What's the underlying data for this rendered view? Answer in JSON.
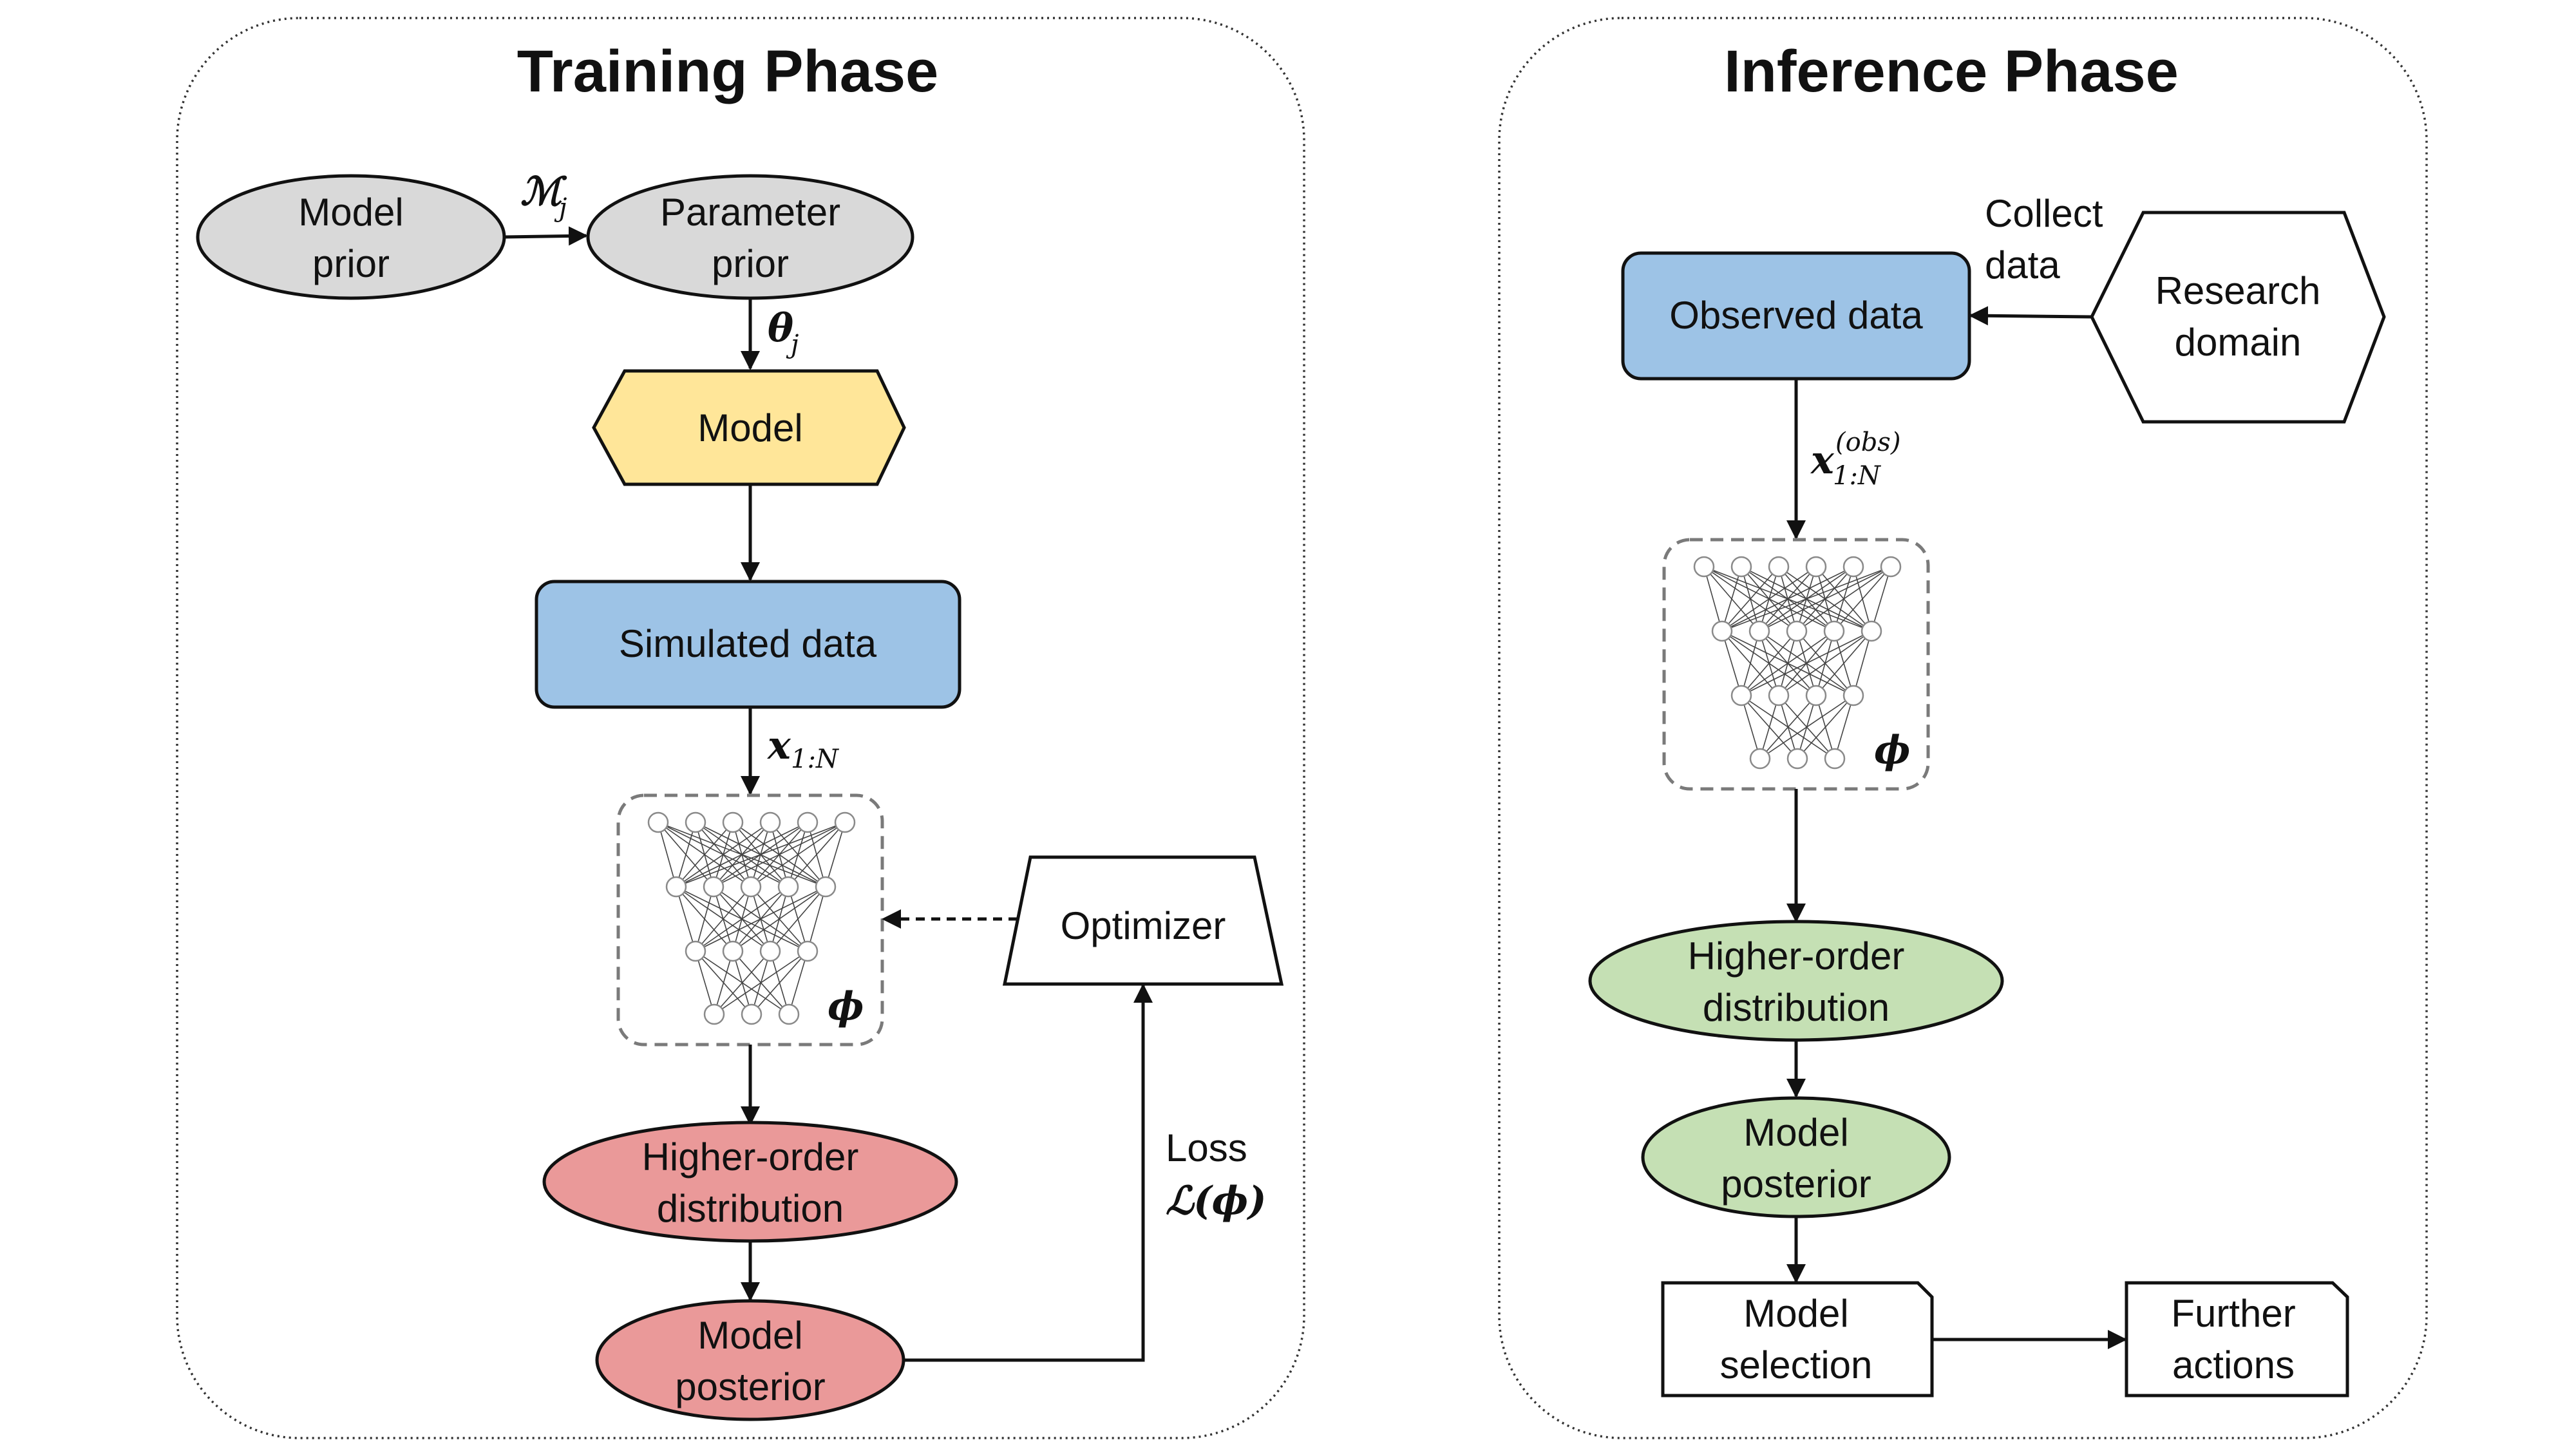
{
  "panels": {
    "training_title": "Training Phase",
    "inference_title": "Inference Phase"
  },
  "training": {
    "model_prior": [
      "Model",
      "prior"
    ],
    "parameter_prior": [
      "Parameter",
      "prior"
    ],
    "model": "Model",
    "simulated_data": "Simulated data",
    "higher_order": [
      "Higher-order",
      "distribution"
    ],
    "model_posterior": [
      "Model",
      "posterior"
    ],
    "optimizer": "Optimizer",
    "loss_label": "Loss",
    "edge_model_index": "ℳ",
    "edge_model_index_sub": "j",
    "edge_theta": "θ",
    "edge_theta_sub": "j",
    "edge_x": "x",
    "edge_x_sub": "1:N",
    "phi": "ϕ",
    "loss_expr": "ℒ(ϕ)"
  },
  "inference": {
    "observed_data": "Observed data",
    "research_domain": [
      "Research",
      "domain"
    ],
    "collect_data": [
      "Collect",
      "data"
    ],
    "higher_order": [
      "Higher-order",
      "distribution"
    ],
    "model_posterior": [
      "Model",
      "posterior"
    ],
    "model_selection": [
      "Model",
      "selection"
    ],
    "further_actions": [
      "Further",
      "actions"
    ],
    "edge_x": "x",
    "edge_x_sub": "1:N",
    "edge_x_sup": "(obs)",
    "phi": "ϕ"
  },
  "colors": {
    "prior_gray": "#d9d9d9",
    "model_yellow": "#ffe699",
    "data_blue": "#9dc3e6",
    "training_red": "#ea9999",
    "inference_green": "#c5e0b4"
  }
}
